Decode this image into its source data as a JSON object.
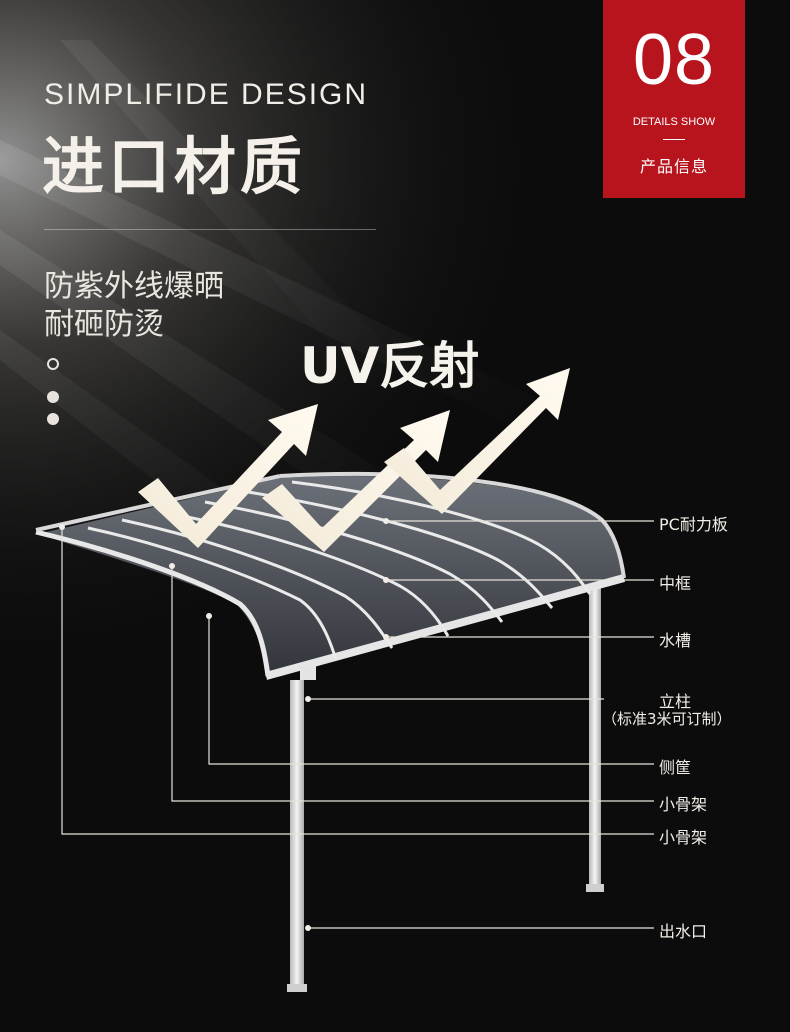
{
  "header": {
    "title_en": "SIMPLIFIDE DESIGN",
    "title_cn": "进口材质"
  },
  "badge": {
    "number": "08",
    "subtitle_en": "DETAILS SHOW",
    "subtitle_cn": "产品信息",
    "color": "#b8141d"
  },
  "feature": {
    "line1": "防紫外线爆晒",
    "line2": "耐砸防烫"
  },
  "uv": {
    "title": "UV反射"
  },
  "callouts": {
    "pc_panel": "PC耐力板",
    "middle_frame": "中框",
    "gutter": "水槽",
    "post": "立柱",
    "post_note": "（标准3米可订制）",
    "side_bracket": "侧筐",
    "small_frame_1": "小骨架",
    "small_frame_2": "小骨架",
    "water_outlet": "出水口"
  }
}
